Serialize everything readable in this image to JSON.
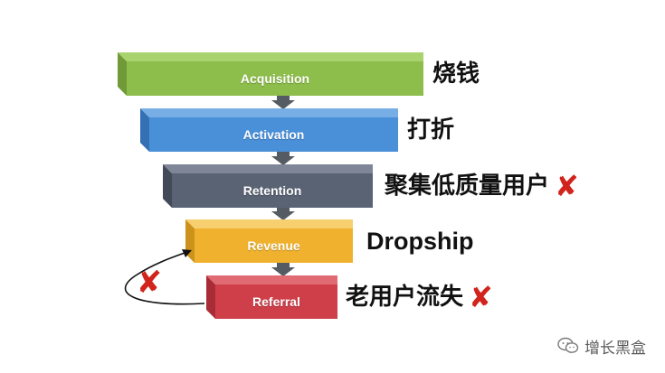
{
  "stages": [
    {
      "id": "acquisition",
      "label": "Acquisition",
      "note": "烧钱",
      "marked_x": false,
      "front": "#8dbd4a",
      "top": "#a9d36e",
      "side": "#6f9a37"
    },
    {
      "id": "activation",
      "label": "Activation",
      "note": "打折",
      "marked_x": false,
      "front": "#4a90d9",
      "top": "#78aee6",
      "side": "#3370b4"
    },
    {
      "id": "retention",
      "label": "Retention",
      "note": "聚集低质量用户",
      "marked_x": true,
      "front": "#5a6374",
      "top": "#7e8697",
      "side": "#424957"
    },
    {
      "id": "revenue",
      "label": "Revenue",
      "note": "Dropship",
      "marked_x": false,
      "front": "#f0b22e",
      "top": "#f7cf6f",
      "side": "#cc921c"
    },
    {
      "id": "referral",
      "label": "Referral",
      "note": "老用户流失",
      "marked_x": true,
      "front": "#cf3f4a",
      "top": "#e06b73",
      "side": "#a82c36"
    }
  ],
  "cross_glyph": "✘",
  "loop_cross_glyph": "✘",
  "watermark": {
    "text": "增长黑盒",
    "icon": "wechat-icon"
  },
  "colors": {
    "arrow": "#555b63",
    "cross": "#d0241c",
    "note_text": "#111111"
  }
}
